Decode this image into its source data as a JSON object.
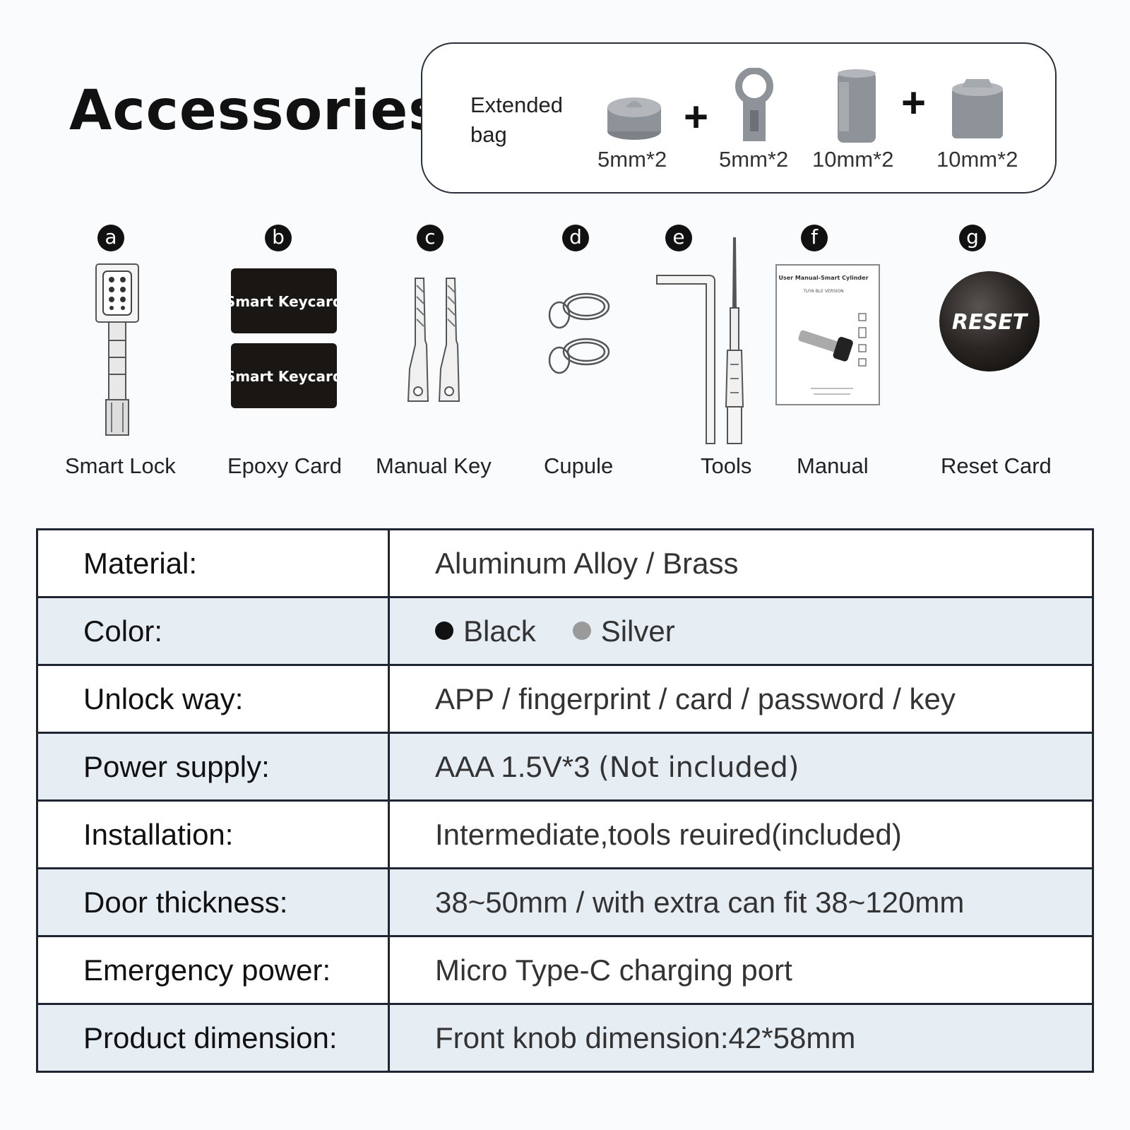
{
  "header": {
    "title": "Accessories",
    "extended_bag": {
      "label": "Extended bag",
      "parts": [
        {
          "size": "5mm*2",
          "icon": "knob-adapter-icon"
        },
        {
          "size": "5mm*2",
          "icon": "ring-adapter-icon"
        },
        {
          "size": "10mm*2",
          "icon": "sleeve-adapter-icon"
        },
        {
          "size": "10mm*2",
          "icon": "cap-adapter-icon"
        }
      ],
      "plus": "+"
    }
  },
  "accessories": [
    {
      "letter": "a",
      "name": "Smart Lock",
      "icon": "smart-lock-icon"
    },
    {
      "letter": "b",
      "name": "Epoxy Card",
      "icon": "keycard-icon",
      "card_text": "Smart Keycard"
    },
    {
      "letter": "c",
      "name": "Manual Key",
      "icon": "manual-key-icon"
    },
    {
      "letter": "d",
      "name": "Cupule",
      "icon": "cupule-icon"
    },
    {
      "letter": "e",
      "name": "Tools",
      "icon": "tools-icon"
    },
    {
      "letter": "f",
      "name": "Manual",
      "icon": "manual-icon",
      "cover_line1": "User Manual-Smart Cylinder",
      "cover_line2": "TUYA BLE VERSION"
    },
    {
      "letter": "g",
      "name": "Reset Card",
      "icon": "reset-card-icon",
      "card_text": "RESET"
    }
  ],
  "specs": [
    {
      "key": "Material:",
      "value": "Aluminum Alloy / Brass"
    },
    {
      "key": "Color:",
      "colors": [
        {
          "name": "Black",
          "hex": "#111111"
        },
        {
          "name": "Silver",
          "hex": "#9a9a9a"
        }
      ]
    },
    {
      "key": "Unlock way:",
      "value": "APP / fingerprint / card / password / key"
    },
    {
      "key": "Power supply:",
      "value": "AAA 1.5V*3",
      "note": "(Not included)"
    },
    {
      "key": "Installation:",
      "value": "Intermediate,tools reuired(included)"
    },
    {
      "key": "Door thickness:",
      "value": "38~50mm / with extra can fit 38~120mm"
    },
    {
      "key": "Emergency power:",
      "value": "Micro Type-C charging port"
    },
    {
      "key": "Product dimension:",
      "value": "Front knob dimension:42*58mm"
    }
  ]
}
